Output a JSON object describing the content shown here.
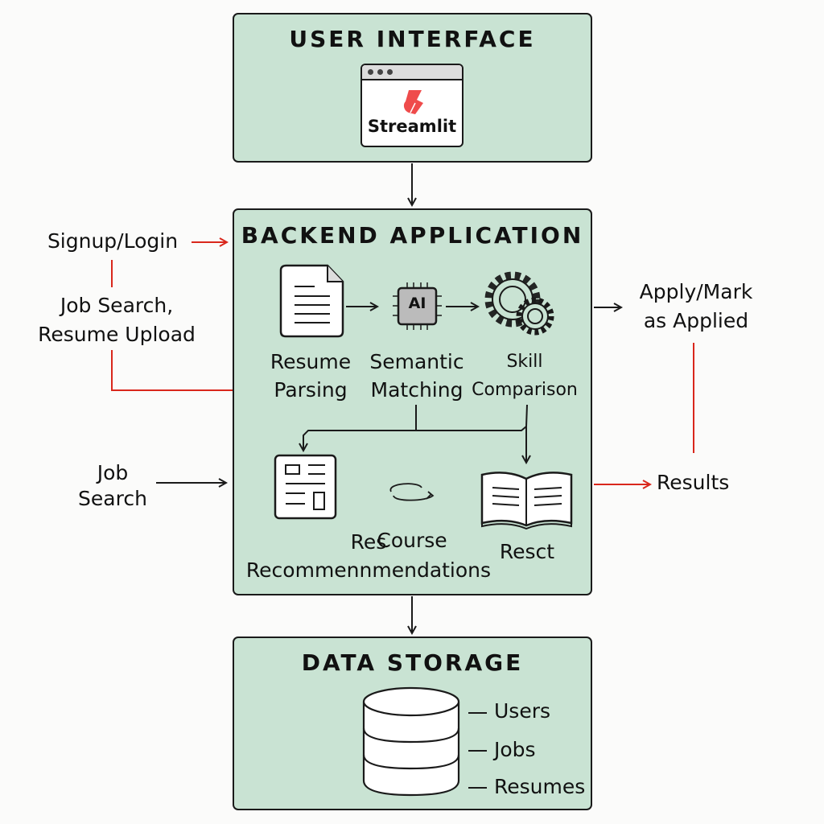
{
  "diagram": {
    "user_interface": {
      "title": "USER INTERFACE",
      "app": {
        "name": "Streamlit",
        "icon": "streamlit-logo-icon",
        "logo_color": "#ef4b4b"
      }
    },
    "backend": {
      "title": "BACKEND APPLICATION",
      "steps": [
        {
          "label": "Resume\nParsing",
          "icon": "document-icon"
        },
        {
          "label": "Semantic\nMatching",
          "icon": "ai-chip-icon",
          "chip_text": "AI"
        },
        {
          "label": "Skill\nComparison",
          "icon": "gears-icon"
        }
      ],
      "outputs": [
        {
          "label": "Res\nRecommennmendations",
          "icon": "resume-layout-icon"
        },
        {
          "label": "Course",
          "icon": "loop-scribble-icon"
        },
        {
          "label": "Resct",
          "icon": "open-book-icon"
        }
      ]
    },
    "storage": {
      "title": "DATA STORAGE",
      "icon": "database-icon",
      "tables": [
        "Users",
        "Jobs",
        "Resumes"
      ]
    },
    "external_labels": {
      "signup": "Signup/Login",
      "job_search_upload": "Job Search,\nResume Upload",
      "job_search": "Job\nSearch",
      "apply": "Apply/Mark\nas Applied",
      "results": "Results"
    },
    "colors": {
      "box_fill": "#c9e3d3",
      "accent_red": "#d9271c",
      "line": "#1a1a1a"
    }
  }
}
